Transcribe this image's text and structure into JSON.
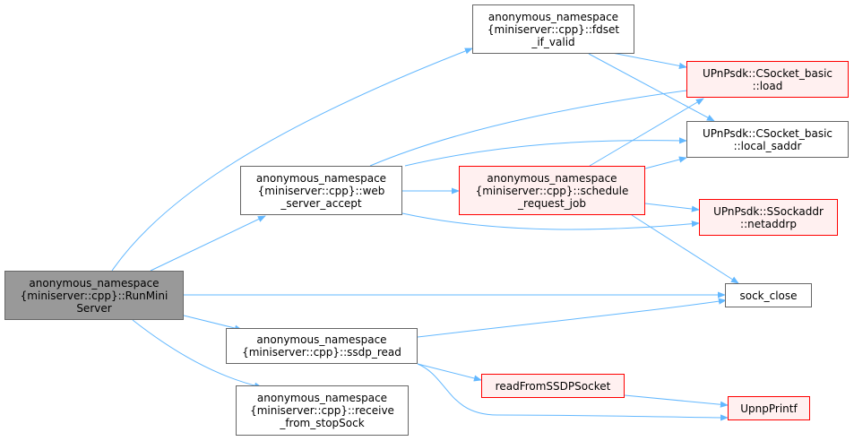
{
  "colors": {
    "edge": "#63b8ff",
    "node_border": "#666666",
    "red_border": "#ff0000",
    "red_fill": "#fff0f0",
    "root_fill": "#999999"
  },
  "nodes": {
    "runMini": {
      "lines": [
        "anonymous_namespace",
        "{miniserver::cpp}::RunMini",
        "Server"
      ],
      "style": "root"
    },
    "fdset": {
      "lines": [
        "anonymous_namespace",
        "{miniserver::cpp}::fdset",
        "_if_valid"
      ],
      "style": "normal"
    },
    "webServer": {
      "lines": [
        "anonymous_namespace",
        "{miniserver::cpp}::web",
        "_server_accept"
      ],
      "style": "normal"
    },
    "schedule": {
      "lines": [
        "anonymous_namespace",
        "{miniserver::cpp}::schedule",
        "_request_job"
      ],
      "style": "red"
    },
    "ssdpRead": {
      "lines": [
        "anonymous_namespace",
        "{miniserver::cpp}::ssdp_read"
      ],
      "style": "normal"
    },
    "receiveStop": {
      "lines": [
        "anonymous_namespace",
        "{miniserver::cpp}::receive",
        "_from_stopSock"
      ],
      "style": "normal"
    },
    "load": {
      "lines": [
        "UPnPsdk::CSocket_basic",
        "::load"
      ],
      "style": "red"
    },
    "localSaddr": {
      "lines": [
        "UPnPsdk::CSocket_basic",
        "::local_saddr"
      ],
      "style": "normal"
    },
    "netaddrp": {
      "lines": [
        "UPnPsdk::SSockaddr",
        "::netaddrp"
      ],
      "style": "red"
    },
    "sockClose": {
      "lines": [
        "sock_close"
      ],
      "style": "normal"
    },
    "readFromSSDP": {
      "lines": [
        "readFromSSDPSocket"
      ],
      "style": "red"
    },
    "upnpPrintf": {
      "lines": [
        "UpnpPrintf"
      ],
      "style": "red"
    }
  },
  "edges": [
    {
      "from": "runMini",
      "to": "fdset"
    },
    {
      "from": "runMini",
      "to": "webServer"
    },
    {
      "from": "runMini",
      "to": "sockClose"
    },
    {
      "from": "runMini",
      "to": "ssdpRead"
    },
    {
      "from": "runMini",
      "to": "receiveStop"
    },
    {
      "from": "fdset",
      "to": "load"
    },
    {
      "from": "fdset",
      "to": "localSaddr"
    },
    {
      "from": "webServer",
      "to": "load"
    },
    {
      "from": "webServer",
      "to": "localSaddr"
    },
    {
      "from": "webServer",
      "to": "schedule"
    },
    {
      "from": "webServer",
      "to": "netaddrp"
    },
    {
      "from": "schedule",
      "to": "load"
    },
    {
      "from": "schedule",
      "to": "localSaddr"
    },
    {
      "from": "schedule",
      "to": "netaddrp"
    },
    {
      "from": "schedule",
      "to": "sockClose"
    },
    {
      "from": "ssdpRead",
      "to": "sockClose"
    },
    {
      "from": "ssdpRead",
      "to": "readFromSSDP"
    },
    {
      "from": "ssdpRead",
      "to": "upnpPrintf"
    },
    {
      "from": "readFromSSDP",
      "to": "upnpPrintf"
    }
  ]
}
